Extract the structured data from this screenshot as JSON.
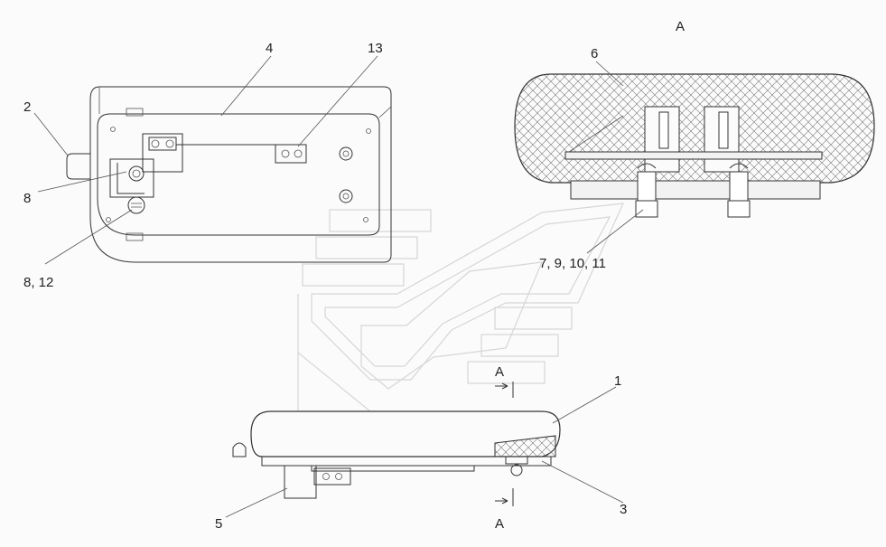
{
  "labels": {
    "view_a_title": "A",
    "part_1": "1",
    "part_2": "2",
    "part_3": "3",
    "part_4": "4",
    "part_5": "5",
    "part_6": "6",
    "part_8": "8",
    "part_8_12": "8, 12",
    "part_7_9_10_11": "7, 9, 10, 11",
    "part_13": "13",
    "section_a_top": "A",
    "section_a_bottom": "A"
  },
  "colors": {
    "line": "#333333",
    "watermark": "#d6d6d6",
    "background": "#fbfbfb"
  }
}
